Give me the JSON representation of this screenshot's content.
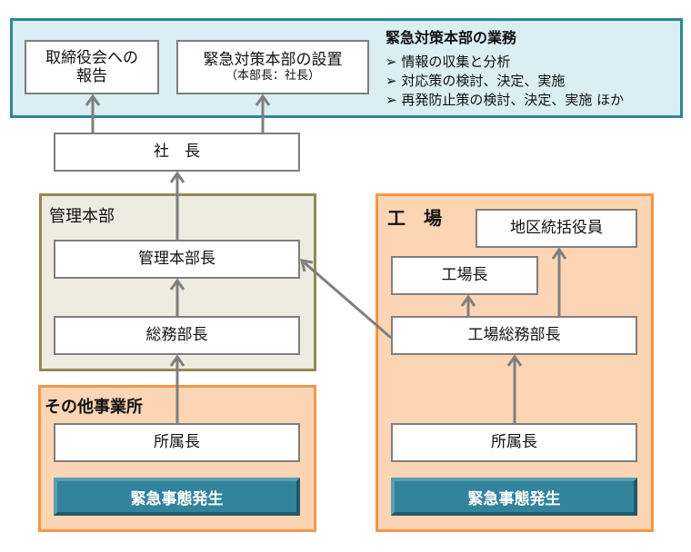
{
  "top": {
    "report_box": {
      "line1": "取締役会への",
      "line2": "報告"
    },
    "hq_box": {
      "line1": "緊急対策本部の設置",
      "line2": "（本部長：社長）"
    },
    "duties": {
      "title": "緊急対策本部の業務",
      "items": [
        "➢ 情報の収集と分析",
        "➢ 対応策の検討、決定、実施",
        "➢ 再発防止策の検討、決定、実施 ほか"
      ]
    }
  },
  "president": "社　長",
  "management": {
    "label": "管理本部",
    "head": "管理本部長",
    "ga_head": "総務部長"
  },
  "factory": {
    "label": "工　場",
    "regional": "地区統括役員",
    "manager": "工場長",
    "ga_head": "工場総務部長",
    "dept_head": "所属長",
    "emergency": "緊急事態発生"
  },
  "other": {
    "label": "その他事業所",
    "dept_head": "所属長",
    "emergency": "緊急事態発生"
  },
  "colors": {
    "top_panel_bg": "#dbeef3",
    "top_panel_border": "#31859c",
    "mgmt_bg": "#eeece1",
    "mgmt_border": "#948a54",
    "orange_bg": "#fcd5b4",
    "orange_border": "#f79646",
    "emergency_bg": "#31849b",
    "arrow": "#7f7f7f"
  }
}
